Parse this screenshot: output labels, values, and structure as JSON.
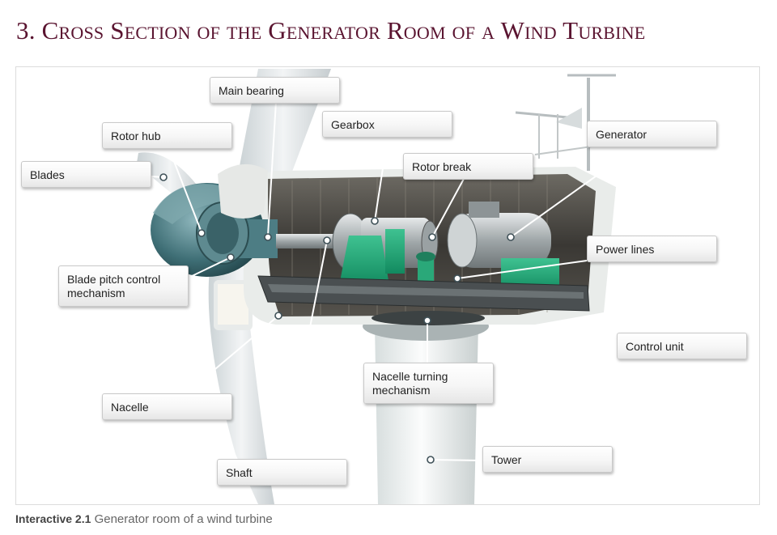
{
  "title": "3. Cross Section of the Generator Room of a Wind Turbine",
  "caption": {
    "label": "Interactive 2.1",
    "text": "Generator room of a wind turbine"
  },
  "callouts": {
    "main_bearing": "Main bearing",
    "rotor_hub": "Rotor hub",
    "gearbox": "Gearbox",
    "generator": "Generator",
    "blades": "Blades",
    "rotor_break": "Rotor break",
    "power_lines": "Power lines",
    "blade_pitch": "Blade pitch control\nmechanism",
    "control_unit": "Control unit",
    "nacelle_turning": "Nacelle turning\nmechanism",
    "nacelle": "Nacelle",
    "tower": "Tower",
    "shaft": "Shaft"
  }
}
